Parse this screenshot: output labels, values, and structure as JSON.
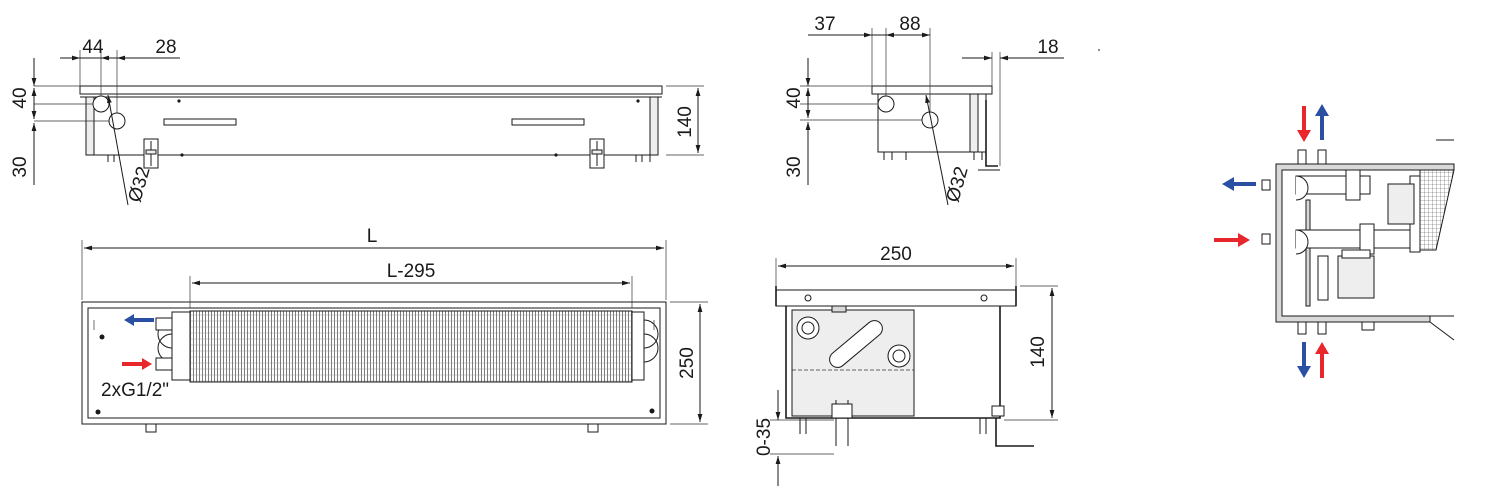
{
  "dimensions": {
    "side_44": "44",
    "side_28": "28",
    "side_40": "40",
    "side_30": "30",
    "side_140": "140",
    "side_d32": "Ø32",
    "end_37": "37",
    "end_88": "88",
    "end_18": "18",
    "end_40": "40",
    "end_30": "30",
    "end_d32": "Ø32",
    "top_L": "L",
    "top_L295": "L-295",
    "top_250": "250",
    "top_connection": "2xG1/2\"",
    "sect_250": "250",
    "sect_140": "140",
    "sect_035": "0-35"
  },
  "colors": {
    "supply_arrow": "#e8262b",
    "return_arrow": "#2b4fa3",
    "line": "#1a1a1a"
  }
}
